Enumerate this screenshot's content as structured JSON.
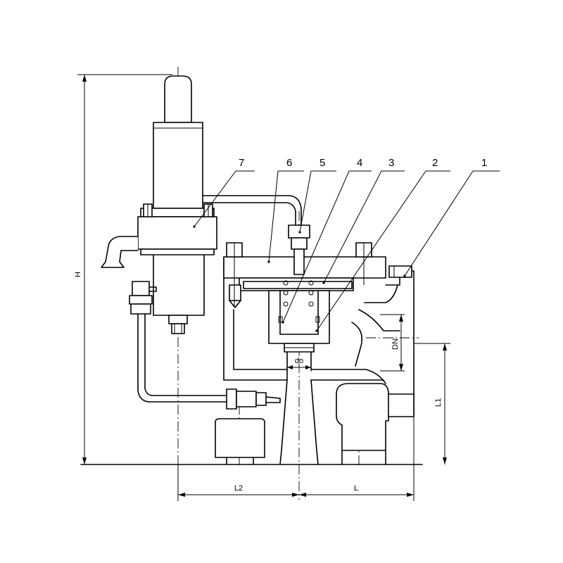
{
  "callouts": [
    "7",
    "6",
    "5",
    "4",
    "3",
    "2",
    "1"
  ],
  "dimensions": {
    "height": "H",
    "left_offset": "L2",
    "right_length": "L",
    "flange_height": "L1",
    "nominal_diameter": "DN'",
    "seat_diameter": "do"
  }
}
